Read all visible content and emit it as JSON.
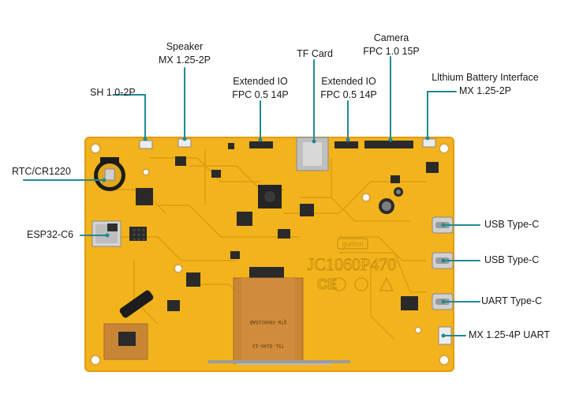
{
  "board": {
    "logo_text": "guition",
    "model_text": "JC1060P470",
    "fpc_text": "QTW-X800C15AB",
    "fpc_text2": "TSL-0140-13"
  },
  "colors": {
    "pcb": "#f2b31c",
    "pcb_edge": "#e39b10",
    "trace": "#d99a12",
    "callout_line": "#1f8a92",
    "fpc": "#c98536",
    "chip": "#2a2a2a",
    "metal": "#c8c8c8"
  },
  "callouts": {
    "sh": {
      "line1": "SH 1.0-2P"
    },
    "speaker": {
      "line1": "Speaker",
      "line2": "MX 1.25-2P"
    },
    "ext_io_1": {
      "line1": "Extended IO",
      "line2": "FPC 0.5 14P"
    },
    "tf_card": {
      "line1": "TF Card"
    },
    "ext_io_2": {
      "line1": "Extended IO",
      "line2": "FPC 0.5 14P"
    },
    "camera": {
      "line1": "Camera",
      "line2": "FPC 1.0 15P"
    },
    "battery": {
      "line1": "Llthium Battery Interface",
      "line2": "MX 1.25-2P"
    },
    "rtc": {
      "line1": "RTC/CR1220"
    },
    "esp32": {
      "line1": "ESP32-C6"
    },
    "usb_c_1": {
      "line1": "USB Type-C"
    },
    "usb_c_2": {
      "line1": "USB Type-C"
    },
    "uart_c": {
      "line1": "UART Type-C"
    },
    "mx_uart": {
      "line1": "MX 1.25-4P UART"
    }
  }
}
